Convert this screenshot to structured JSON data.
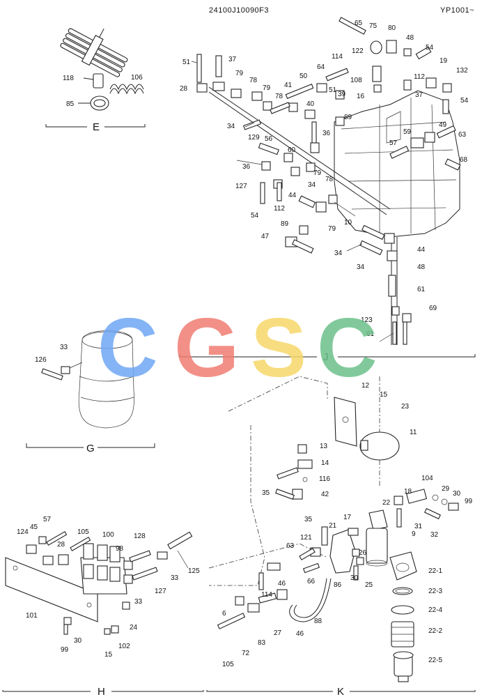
{
  "header": {
    "doc_number": "24100J10090F3",
    "page_ref": "YP1001~"
  },
  "watermark": {
    "letters": [
      {
        "char": "C",
        "color": "#6fa8f5"
      },
      {
        "char": "G",
        "color": "#f07d73"
      },
      {
        "char": "S",
        "color": "#f7d86a"
      },
      {
        "char": "C",
        "color": "#6cc08a"
      }
    ]
  },
  "sections": {
    "E": {
      "title": "E",
      "callouts": [
        "118",
        "106",
        "85"
      ]
    },
    "J": {
      "title": "J",
      "callouts": [
        "65",
        "75",
        "80",
        "48",
        "122",
        "54",
        "51",
        "37",
        "114",
        "28",
        "79",
        "78",
        "64",
        "50",
        "108",
        "112",
        "19",
        "132",
        "41",
        "51",
        "16",
        "37",
        "79",
        "78",
        "39",
        "40",
        "54",
        "34",
        "129",
        "89",
        "56",
        "36",
        "49",
        "59",
        "63",
        "60",
        "57",
        "36",
        "79",
        "78",
        "68",
        "127",
        "34",
        "44",
        "54",
        "112",
        "10",
        "79",
        "89",
        "47",
        "34",
        "44",
        "34",
        "48",
        "61",
        "123",
        "69",
        "61"
      ]
    },
    "G": {
      "title": "G",
      "callouts": [
        "33",
        "126"
      ]
    },
    "H": {
      "title": "H",
      "callouts": [
        "57",
        "45",
        "124",
        "105",
        "100",
        "28",
        "128",
        "98",
        "125",
        "33",
        "127",
        "33",
        "24",
        "101",
        "30",
        "99",
        "15",
        "102"
      ]
    },
    "K": {
      "title": "K",
      "callouts": [
        "12",
        "15",
        "23",
        "11",
        "13",
        "14",
        "116",
        "104",
        "35",
        "42",
        "29",
        "30",
        "99",
        "18",
        "22",
        "31",
        "32",
        "35",
        "21",
        "17",
        "9",
        "121",
        "63",
        "26",
        "46",
        "30",
        "25",
        "22-1",
        "66",
        "86",
        "114",
        "6",
        "27",
        "88",
        "22-3",
        "22-4",
        "46",
        "22-2",
        "83",
        "72",
        "105",
        "22-5"
      ]
    }
  }
}
